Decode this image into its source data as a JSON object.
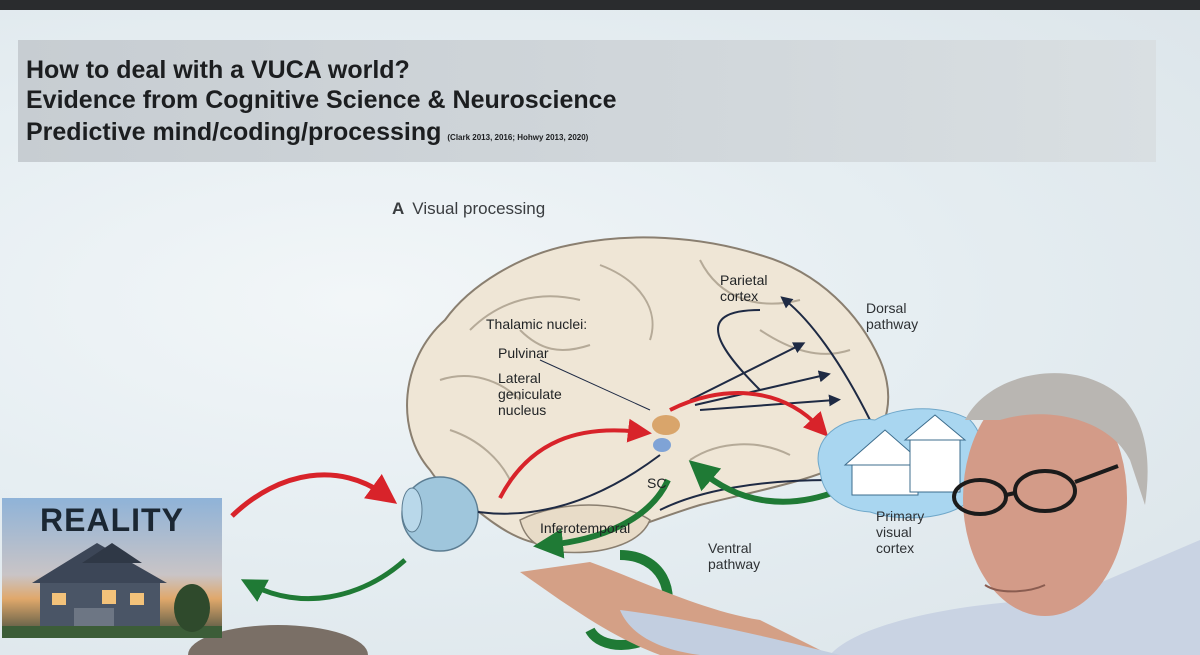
{
  "slide": {
    "title_lines": [
      "How to deal with a VUCA world?",
      "Evidence from Cognitive Science & Neuroscience",
      "Predictive mind/coding/processing"
    ],
    "citation": "(Clark 2013, 2016; Hohwy 2013, 2020)",
    "panel_letter": "A",
    "panel_title": "Visual processing",
    "labels": {
      "parietal": "Parietal cortex",
      "dorsal": "Dorsal pathway",
      "thalamic": "Thalamic nuclei:",
      "pulvinar": "Pulvinar",
      "lgn": "Lateral geniculate nucleus",
      "sc": "SC",
      "inferotemporal": "Inferotemporal",
      "ventral": "Ventral pathway",
      "primary": "Primary visual cortex"
    },
    "reality": "REALITY"
  },
  "colors": {
    "title_bg": "#cdd3d7",
    "brain": "#efe6d6",
    "feedforward_arrow": "#d8232a",
    "feedback_arrow": "#1f7a35",
    "eye": "#9fc6dc",
    "v1_blob": "#a9d6f0"
  },
  "icons": [
    "brain",
    "eye",
    "house",
    "red-arrow",
    "green-arrow"
  ]
}
